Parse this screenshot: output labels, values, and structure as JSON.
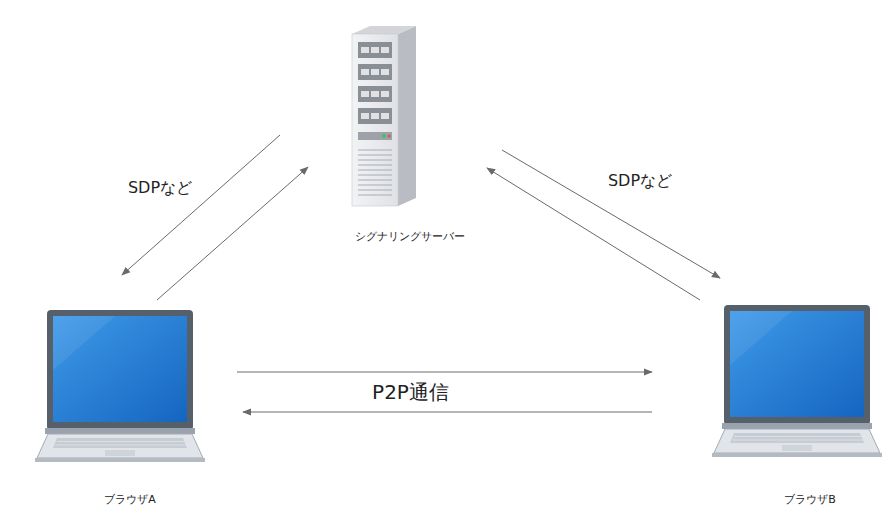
{
  "diagram": {
    "nodes": [
      {
        "text": [
          "シグナリングサーバー"
        ]
      },
      {
        "text": [
          "ブラウザA"
        ]
      },
      {
        "text": [
          "ブラウザB"
        ]
      }
    ],
    "edges": [
      {
        "from": 0,
        "to": 1,
        "arrow": "to",
        "label": "SDPなど"
      },
      {
        "from": 1,
        "to": 0,
        "arrow": "to"
      },
      {
        "from": 0,
        "to": 2,
        "arrow": "to",
        "label": "SDPなど"
      },
      {
        "from": 2,
        "to": 0,
        "arrow": "to"
      },
      {
        "from": 1,
        "to": 2,
        "arrow": "to",
        "label": "P2P通信"
      },
      {
        "from": 2,
        "to": 1,
        "arrow": "to"
      }
    ]
  }
}
